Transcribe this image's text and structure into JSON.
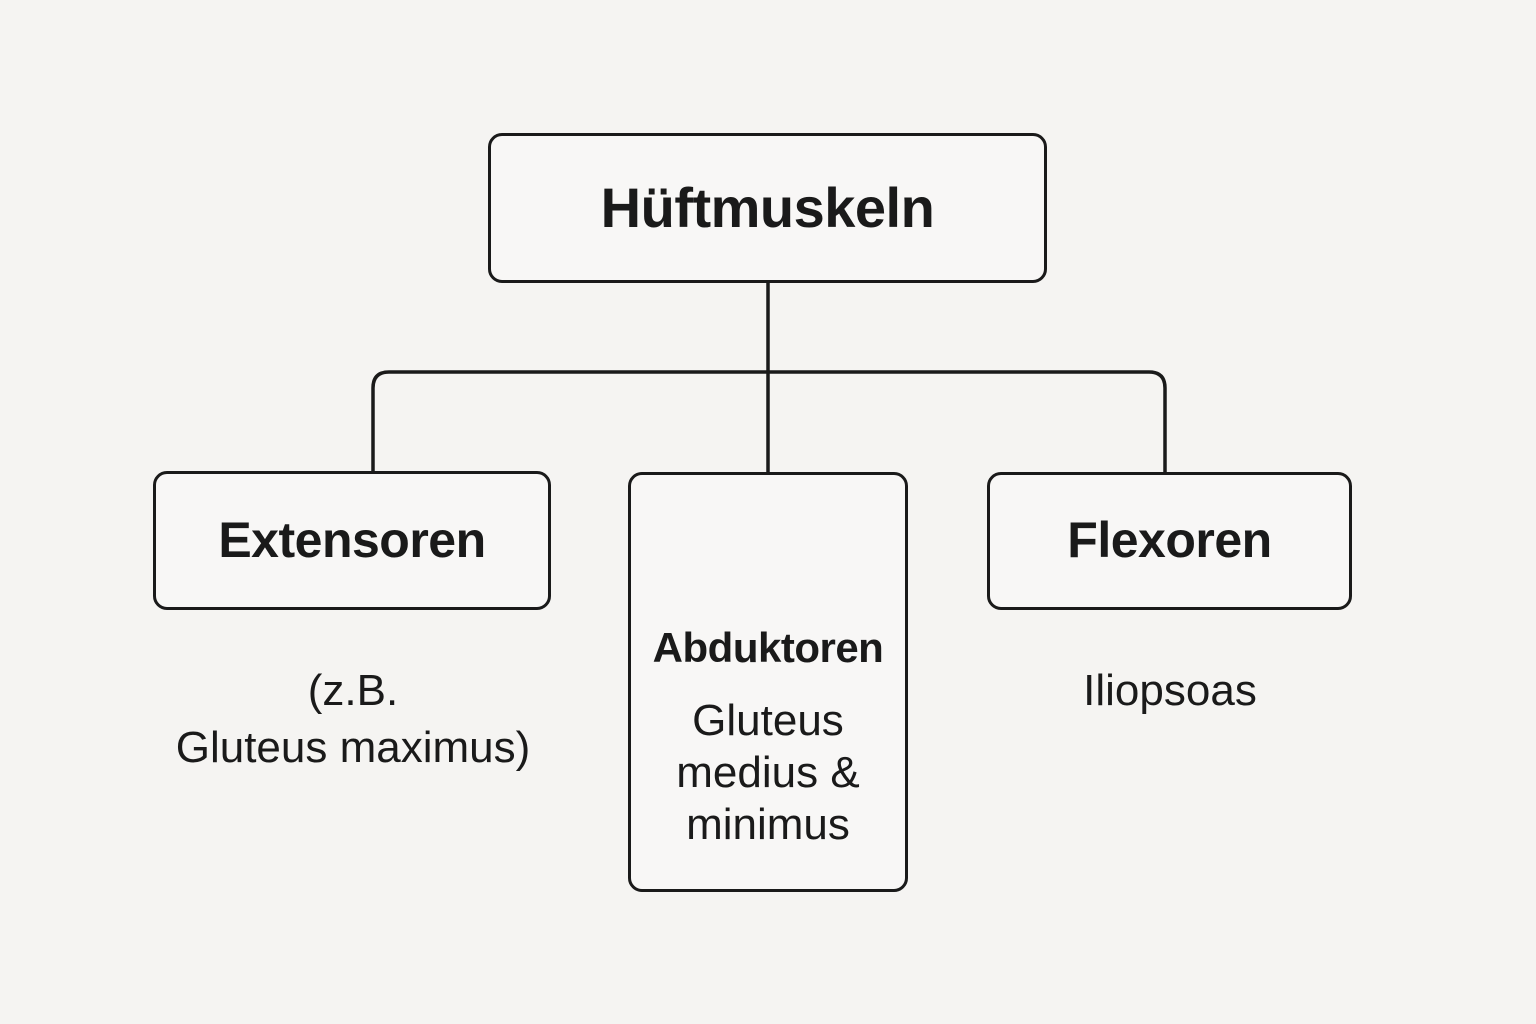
{
  "colors": {
    "background": "#f5f4f2",
    "node_fill": "#f8f7f6",
    "line": "#1a1a1a",
    "text": "#1a1a1a"
  },
  "diagram": {
    "root_label": "Hüftmuskeln",
    "children": [
      {
        "label": "Extensoren",
        "caption_lines": [
          "(z.B.",
          "Gluteus maximus)"
        ]
      },
      {
        "label": "Abduktoren",
        "body_lines": [
          "Gluteus",
          "medius &",
          "minimus"
        ]
      },
      {
        "label": "Flexoren",
        "caption_lines": [
          "Iliopsoas"
        ]
      }
    ]
  }
}
